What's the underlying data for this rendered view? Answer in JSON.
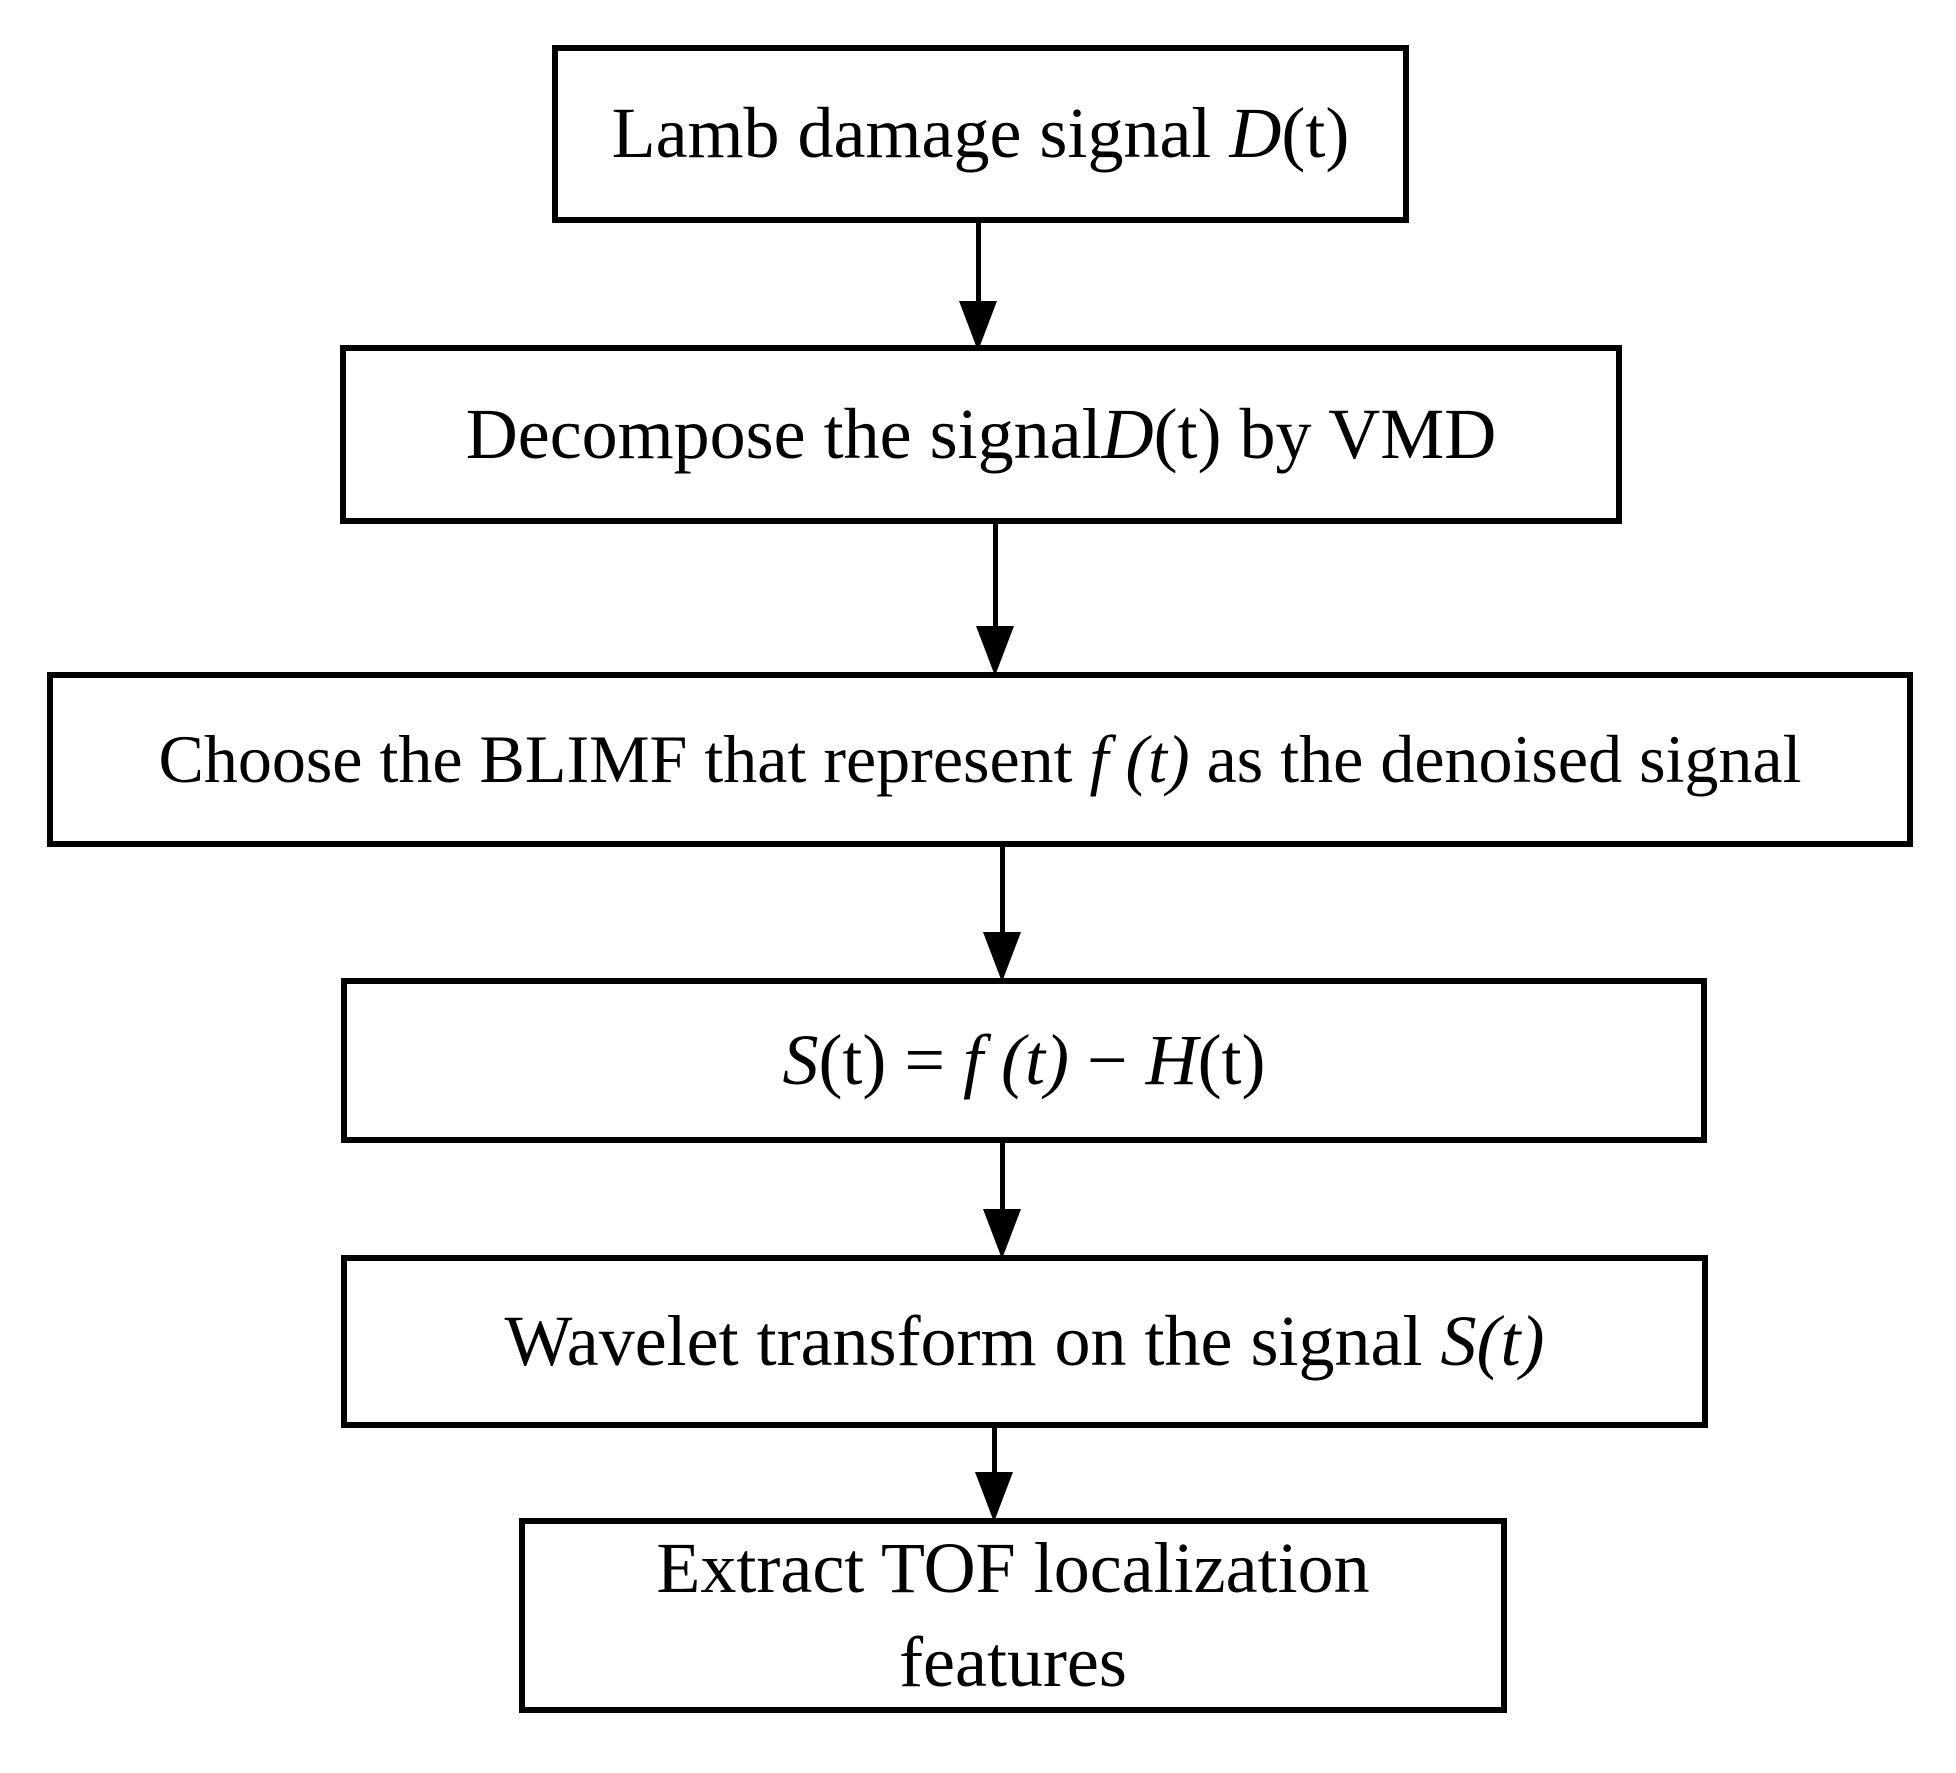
{
  "figure": {
    "background_color": "#ffffff",
    "stroke_color": "#000000",
    "description": "Flowchart of Lamb wave damage signal denoising and TOF feature extraction"
  },
  "nodes": [
    {
      "id": "lamb-damage-signal",
      "lines": [
        [
          {
            "t": "Lamb damage signal ",
            "i": false
          },
          {
            "t": "D",
            "i": true
          },
          {
            "t": "(t)",
            "i": false
          }
        ]
      ]
    },
    {
      "id": "decompose-by-vmd",
      "lines": [
        [
          {
            "t": "Decompose the signal",
            "i": false
          },
          {
            "t": "D",
            "i": true
          },
          {
            "t": "(t) by VMD",
            "i": false
          }
        ]
      ]
    },
    {
      "id": "choose-blimf",
      "lines": [
        [
          {
            "t": "Choose the BLIMF that represent ",
            "i": false
          },
          {
            "t": "f (t)",
            "i": true
          },
          {
            "t": "  as the denoised signal",
            "i": false
          }
        ]
      ]
    },
    {
      "id": "subtract-equation",
      "lines": [
        [
          {
            "t": "S",
            "i": true
          },
          {
            "t": "(t) = ",
            "i": false
          },
          {
            "t": "f (t)",
            "i": true
          },
          {
            "t": " − ",
            "i": false
          },
          {
            "t": "H",
            "i": true
          },
          {
            "t": "(t)",
            "i": false
          }
        ]
      ]
    },
    {
      "id": "wavelet-transform",
      "lines": [
        [
          {
            "t": "Wavelet transform on the signal ",
            "i": false
          },
          {
            "t": "S(t)",
            "i": true
          }
        ]
      ]
    },
    {
      "id": "extract-tof-features",
      "lines": [
        [
          {
            "t": "Extract TOF localization",
            "i": false
          }
        ],
        [
          {
            "t": "features",
            "i": false
          }
        ]
      ]
    }
  ],
  "edges": [
    {
      "from": "lamb-damage-signal",
      "to": "decompose-by-vmd"
    },
    {
      "from": "decompose-by-vmd",
      "to": "choose-blimf"
    },
    {
      "from": "choose-blimf",
      "to": "subtract-equation"
    },
    {
      "from": "subtract-equation",
      "to": "wavelet-transform"
    },
    {
      "from": "wavelet-transform",
      "to": "extract-tof-features"
    }
  ]
}
